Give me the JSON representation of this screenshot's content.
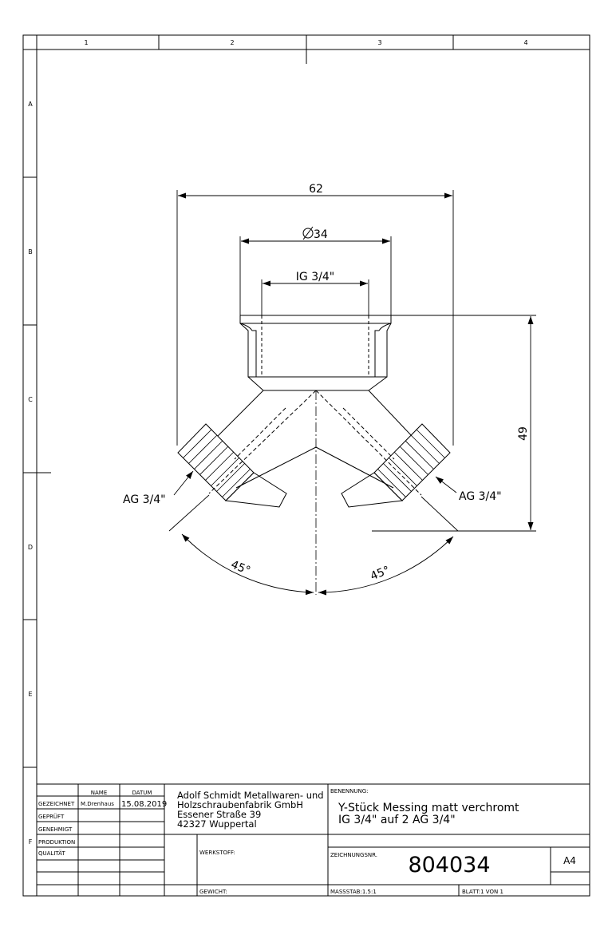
{
  "frame": {
    "columns": [
      "1",
      "2",
      "3",
      "4"
    ],
    "rows": [
      "A",
      "B",
      "C",
      "D",
      "E",
      "F"
    ]
  },
  "dimensions": {
    "width_total": "62",
    "diameter": "34",
    "inner_thread": "IG 3/4\"",
    "outer_thread_left": "AG 3/4\"",
    "outer_thread_right": "AG 3/4\"",
    "height": "49",
    "angle_left": "45°",
    "angle_right": "45°"
  },
  "title_block": {
    "col_name": "NAME",
    "col_date": "DATUM",
    "rows": [
      {
        "label": "GEZEICHNET",
        "name": "M.Drenhaus",
        "date": "15.08.2019"
      },
      {
        "label": "GEPRÜFT",
        "name": "",
        "date": ""
      },
      {
        "label": "GENEHMIGT",
        "name": "",
        "date": ""
      },
      {
        "label": "PRODUKTION",
        "name": "",
        "date": ""
      },
      {
        "label": "QUALITÄT",
        "name": "",
        "date": ""
      }
    ],
    "company": [
      "Adolf Schmidt Metallwaren- und",
      "Holzschraubenfabrik GmbH",
      "Essener Straße 39",
      "42327 Wuppertal"
    ],
    "benennung_label": "BENENNUNG:",
    "benennung": [
      "Y-Stück Messing matt verchromt",
      "IG 3/4\" auf 2 AG 3/4\""
    ],
    "werkstoff_label": "WERKSTOFF:",
    "zeichnungsnr_label": "ZEICHNUNGSNR.",
    "zeichnungsnr": "804034",
    "format": "A4",
    "gewicht_label": "GEWICHT:",
    "massstab": "MASSSTAB:1.5:1",
    "blatt": "BLATT:1 VON 1"
  }
}
